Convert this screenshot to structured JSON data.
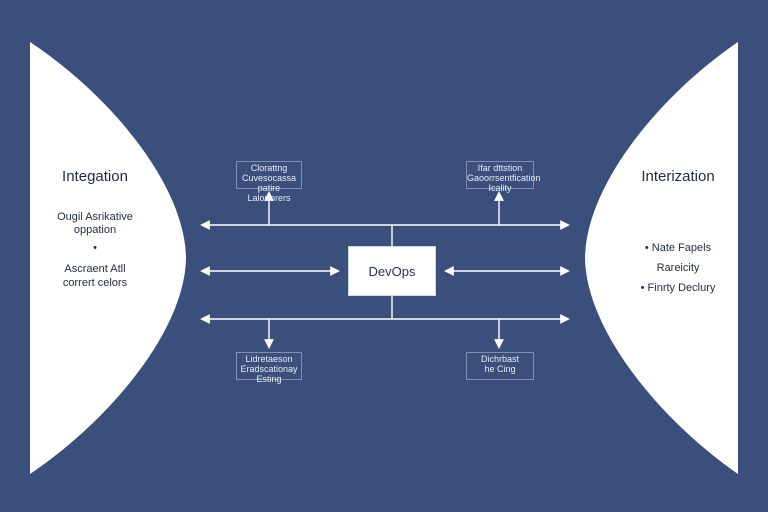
{
  "left_panel": {
    "title": "Integation",
    "line1a": "Ougil Asrikative",
    "line1b": "oppation",
    "bullet": "•",
    "line2a": "Ascraent Atll",
    "line2b": "corrert celors"
  },
  "right_panel": {
    "title": "Interization",
    "item1": "• Nate Fapels",
    "item2": "Rareicity",
    "item3": "• Finrty Declury"
  },
  "center": {
    "label": "DevOps"
  },
  "notes": {
    "top_left": "Clorattng\nCuvesocassa patire\nLalortorers",
    "top_right": "Ifar dttstion\nGaoorrsentfication\nIcality",
    "bottom_left": "Lidretaeson\nEradscationay\nEsting",
    "bottom_right": "Dichrbast\nhe Cing"
  },
  "colors": {
    "background": "#3b4f7c",
    "panel": "#ffffff",
    "wire": "#ffffff"
  }
}
